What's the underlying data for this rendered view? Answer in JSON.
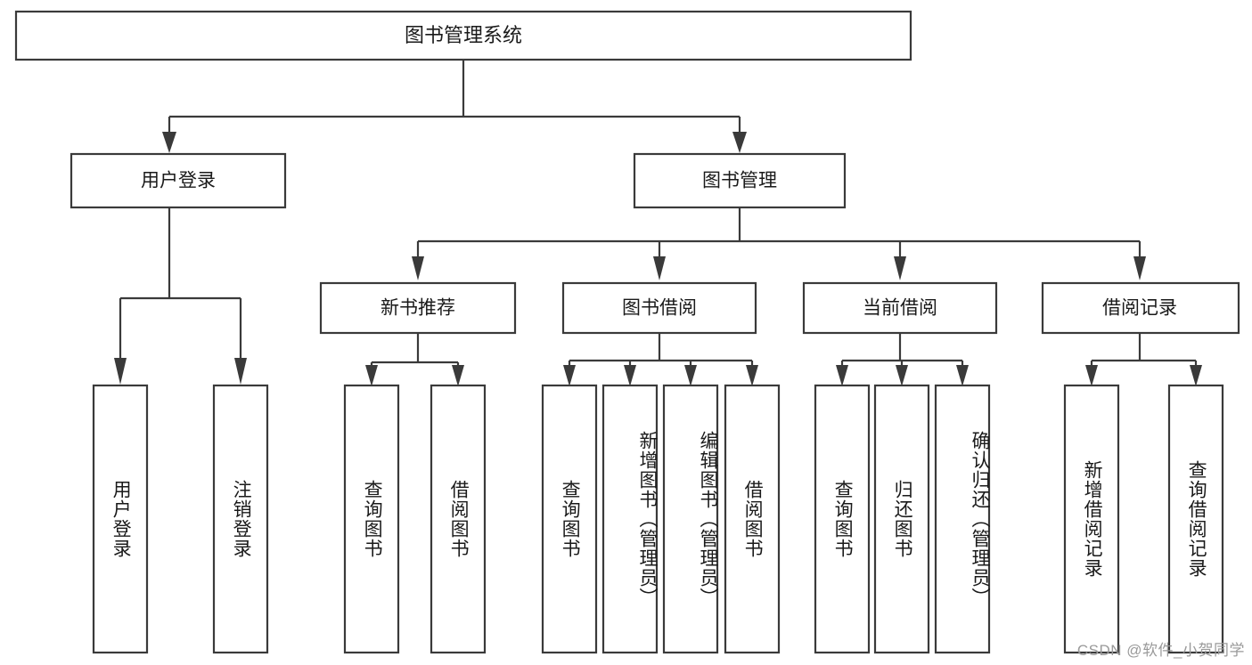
{
  "diagram": {
    "title": "图书管理系统",
    "type": "tree",
    "orientation": "top-down",
    "root": {
      "id": "root",
      "label": "图书管理系统",
      "text_orientation": "horizontal"
    },
    "level1": [
      {
        "id": "user-login",
        "label": "用户登录",
        "text_orientation": "horizontal"
      },
      {
        "id": "book-management",
        "label": "图书管理",
        "text_orientation": "horizontal"
      }
    ],
    "level2": [
      {
        "id": "new-book-recommend",
        "label": "新书推荐",
        "parent": "book-management",
        "text_orientation": "horizontal"
      },
      {
        "id": "book-borrow",
        "label": "图书借阅",
        "parent": "book-management",
        "text_orientation": "horizontal"
      },
      {
        "id": "current-borrow",
        "label": "当前借阅",
        "parent": "book-management",
        "text_orientation": "horizontal"
      },
      {
        "id": "borrow-record",
        "label": "借阅记录",
        "parent": "book-management",
        "text_orientation": "horizontal"
      }
    ],
    "leaves": [
      {
        "id": "leaf-user-login",
        "label": "用户登录",
        "parent": "user-login",
        "text_orientation": "vertical"
      },
      {
        "id": "leaf-logout",
        "label": "注销登录",
        "parent": "user-login",
        "text_orientation": "vertical"
      },
      {
        "id": "leaf-query-book-1",
        "label": "查询图书",
        "parent": "new-book-recommend",
        "text_orientation": "vertical"
      },
      {
        "id": "leaf-borrow-book-1",
        "label": "借阅图书",
        "parent": "new-book-recommend",
        "text_orientation": "vertical"
      },
      {
        "id": "leaf-query-book-2",
        "label": "查询图书",
        "parent": "book-borrow",
        "text_orientation": "vertical"
      },
      {
        "id": "leaf-add-book",
        "label": "新增图书（管理员）",
        "parent": "book-borrow",
        "text_orientation": "vertical"
      },
      {
        "id": "leaf-edit-book",
        "label": "编辑图书（管理员）",
        "parent": "book-borrow",
        "text_orientation": "vertical"
      },
      {
        "id": "leaf-borrow-book-2",
        "label": "借阅图书",
        "parent": "book-borrow",
        "text_orientation": "vertical"
      },
      {
        "id": "leaf-query-book-3",
        "label": "查询图书",
        "parent": "current-borrow",
        "text_orientation": "vertical"
      },
      {
        "id": "leaf-return-book",
        "label": "归还图书",
        "parent": "current-borrow",
        "text_orientation": "vertical"
      },
      {
        "id": "leaf-confirm-return",
        "label": "确认归还（管理员）",
        "parent": "current-borrow",
        "text_orientation": "vertical"
      },
      {
        "id": "leaf-add-record",
        "label": "新增借阅记录",
        "parent": "borrow-record",
        "text_orientation": "vertical"
      },
      {
        "id": "leaf-query-record",
        "label": "查询借阅记录",
        "parent": "borrow-record",
        "text_orientation": "vertical"
      }
    ]
  },
  "colors": {
    "stroke": "#3a3a3a",
    "node_fill": "#ffffff",
    "text": "#1a1a1a",
    "background": "#ffffff",
    "watermark": "#9a9a9a"
  },
  "watermark": {
    "text": "CSDN @软件_小贺同学"
  }
}
